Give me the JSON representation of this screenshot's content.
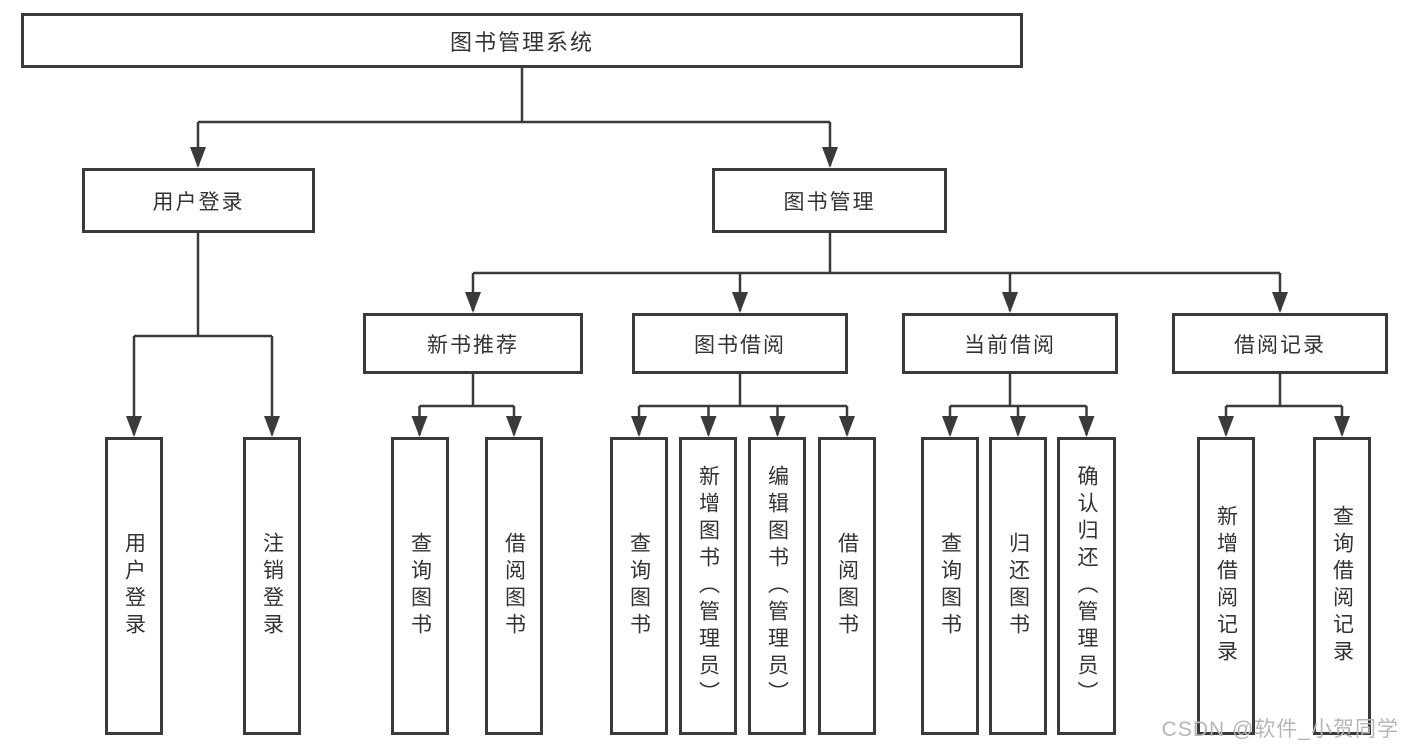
{
  "diagram": {
    "type": "hierarchy-tree",
    "colors": {
      "line": "#3a3a3a",
      "text": "#333333",
      "background": "#ffffff",
      "watermark": "#b6b6b8"
    },
    "watermark": {
      "text": "CSDN @软件_小贺同学"
    },
    "tree": {
      "label": "图书管理系统",
      "children": [
        {
          "label": "用户登录",
          "children": [
            {
              "label": "用户登录"
            },
            {
              "label": "注销登录"
            }
          ]
        },
        {
          "label": "图书管理",
          "children": [
            {
              "label": "新书推荐",
              "children": [
                {
                  "label": "查询图书"
                },
                {
                  "label": "借阅图书"
                }
              ]
            },
            {
              "label": "图书借阅",
              "children": [
                {
                  "label": "查询图书"
                },
                {
                  "label": "新增图书（管理员）"
                },
                {
                  "label": "编辑图书（管理员）"
                },
                {
                  "label": "借阅图书"
                }
              ]
            },
            {
              "label": "当前借阅",
              "children": [
                {
                  "label": "查询图书"
                },
                {
                  "label": "归还图书"
                },
                {
                  "label": "确认归还（管理员）"
                }
              ]
            },
            {
              "label": "借阅记录",
              "children": [
                {
                  "label": "新增借阅记录"
                },
                {
                  "label": "查询借阅记录"
                }
              ]
            }
          ]
        }
      ]
    }
  }
}
